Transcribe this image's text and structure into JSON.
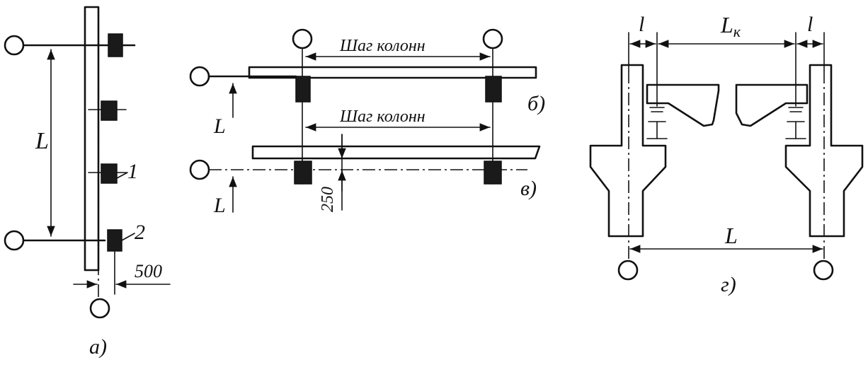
{
  "figure": {
    "a": {
      "caption": "а)",
      "dim_label": "L",
      "callout_1": "1",
      "callout_2": "2",
      "offset_label": "500"
    },
    "b": {
      "caption": "б)",
      "step_label": "Шаг колонн",
      "dim_label": "L"
    },
    "v": {
      "caption": "в)",
      "step_label": "Шаг колонн",
      "dim_label": "L",
      "offset_label": "250"
    },
    "g": {
      "caption": "г)",
      "l_left": "l",
      "lk_base": "L",
      "lk_sub": "к",
      "l_right": "l",
      "span_label": "L"
    }
  }
}
